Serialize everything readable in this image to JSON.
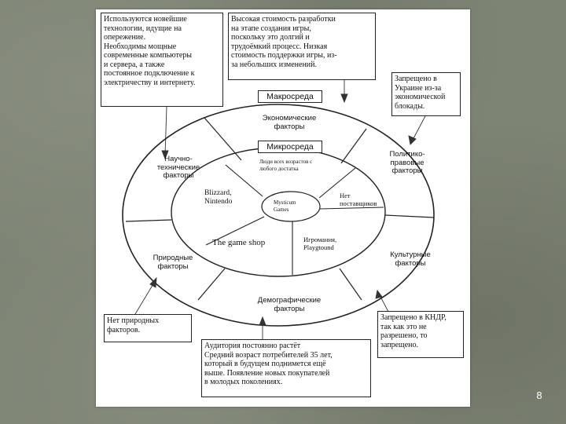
{
  "boxes": {
    "tech_note": "Используются новейшие\nтехнологии, идущие на\nопережение.\nНеобходимы мощные\nсовременные компьютеры\nи сервера, а также\nпостоянное подключение к\nэлектричеству и интернету.",
    "cost_note": "Высокая стоимость разработки\nна этапе создания игры,\nпоскольку это долгий и\nтрудоёмкий процесс. Низкая\nстоимость поддержки игры, из-\nза небольших изменений.",
    "ukraine_note": "Запрещено в\nУкраине из-за\nэкономической\nблокады.",
    "natural_note": "Нет природных\nфакторов.",
    "audience_note": "Аудитория постоянно растёт\nСредний возраст потребителей 35 лет,\nкоторый в будущем поднимется ещё\nвыше. Появление новых покупателей\nв молодых поколениях.",
    "kndr_note": "Запрещено в КНДР,\nтак как это не\nразрешено, то\nзапрещено."
  },
  "ring": {
    "macro": "Макросреда",
    "micro": "Микросреда",
    "economic": "Экономические\nфакторы",
    "tech": "Научно-\nтехнические\nфакторы",
    "political": "Политико-\nправовые\nфакторы",
    "natural": "Природные\nфакторы",
    "cultural": "Культурные\nфакторы",
    "demographic": "Демографические\nфакторы"
  },
  "inner": {
    "audience": "Люди всех возрастов с\nлюбого достатка",
    "competitors": "Blizzard,\nNintendo",
    "center": "Mysticum\nGames",
    "suppliers": "Нет\nпоставщиков",
    "shop": "The game shop",
    "partners": "Игромания,\nPlaygtound"
  },
  "page_number": "8"
}
